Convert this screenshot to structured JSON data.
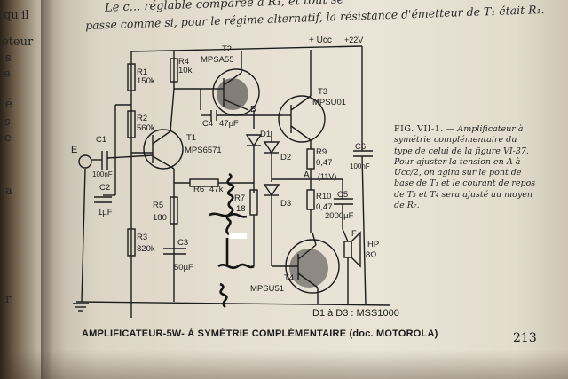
{
  "book": {
    "header_line1": "Le c... réglable comparée à R₁, et tout se",
    "header_line2": "passe comme si, pour le régime alternatif, la résistance d'émetteur de T₁ était R₁.",
    "page_number": "213",
    "left_page_words": [
      "qu'il",
      "eteur",
      "s",
      "e",
      "é",
      "s",
      "e",
      "a",
      "r"
    ]
  },
  "figure_caption": {
    "number": "FIG. VII-1.",
    "text": "— Amplificateur à symétrie complémentaire du type de celui de la figure VI-37. Pour ajuster la tension en A à Ucc/2, on agira sur le pont de base de T₁ et le courant de repos de T₃ et T₄ sera ajusté au moyen de R₇."
  },
  "schematic": {
    "title": "AMPLIFICATEUR-5W- À SYMÉTRIE COMPLÉMENTAIRE (doc. MOTOROLA)",
    "supply": "+ Ucc",
    "supply_value": "+22V",
    "diode_note": "D1 à D3 : MSS1000",
    "input_label": "E",
    "node_a": "A",
    "node_a_voltage": "(11V)",
    "node_b": "B",
    "components": {
      "R1": {
        "name": "R1",
        "value": "150k"
      },
      "R2": {
        "name": "R2",
        "value": "560k"
      },
      "R3": {
        "name": "R3",
        "value": "820k"
      },
      "R4": {
        "name": "R4",
        "value": "10k"
      },
      "R5": {
        "name": "R5",
        "value": "180"
      },
      "R6": {
        "name": "R6",
        "value": "47k"
      },
      "R7": {
        "name": "R7",
        "value": "18"
      },
      "R9": {
        "name": "R9",
        "value": "0,47"
      },
      "R10": {
        "name": "R10",
        "value": "0,47"
      },
      "C1": {
        "name": "C1",
        "value": "100nF"
      },
      "C2": {
        "name": "C2",
        "value": "1µF"
      },
      "C3": {
        "name": "C3",
        "value": "50µF"
      },
      "C4": {
        "name": "C4",
        "value": "47pF"
      },
      "C5": {
        "name": "C5",
        "value": "2000µF"
      },
      "C6": {
        "name": "C6",
        "value": "100nF"
      },
      "T1": {
        "name": "T1",
        "value": "MPS6571"
      },
      "T2": {
        "name": "T2",
        "value": "MPSA55"
      },
      "T3": {
        "name": "T3",
        "value": "MPSU01"
      },
      "T4": {
        "name": "T4",
        "value": "MPSU51"
      },
      "D1": {
        "name": "D1"
      },
      "D2": {
        "name": "D2"
      },
      "D3": {
        "name": "D3"
      },
      "HP": {
        "name": "HP",
        "value": "8Ω"
      },
      "F": {
        "name": "F"
      }
    }
  },
  "colors": {
    "paper": "#e6dfd1",
    "ink": "#1c1c1c",
    "shadow": "#3a2e22",
    "scribble": "#141414"
  }
}
